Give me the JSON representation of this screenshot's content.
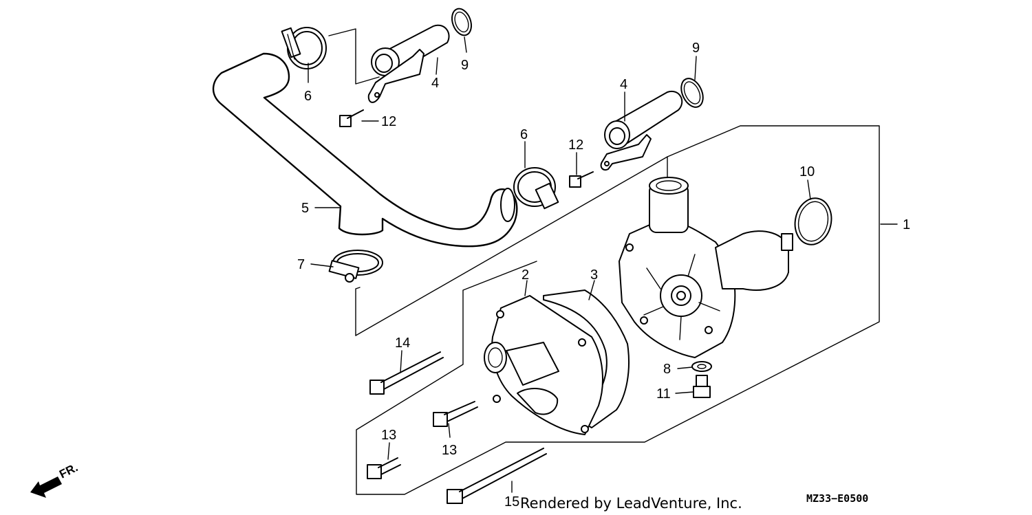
{
  "diagram": {
    "callouts": [
      {
        "id": "c1",
        "text": "1"
      },
      {
        "id": "c2",
        "text": "2"
      },
      {
        "id": "c3",
        "text": "3"
      },
      {
        "id": "c4a",
        "text": "4"
      },
      {
        "id": "c4b",
        "text": "4"
      },
      {
        "id": "c5",
        "text": "5"
      },
      {
        "id": "c6a",
        "text": "6"
      },
      {
        "id": "c6b",
        "text": "6"
      },
      {
        "id": "c7",
        "text": "7"
      },
      {
        "id": "c8",
        "text": "8"
      },
      {
        "id": "c9a",
        "text": "9"
      },
      {
        "id": "c9b",
        "text": "9"
      },
      {
        "id": "c10",
        "text": "10"
      },
      {
        "id": "c11",
        "text": "11"
      },
      {
        "id": "c12a",
        "text": "12"
      },
      {
        "id": "c12b",
        "text": "12"
      },
      {
        "id": "c13a",
        "text": "13"
      },
      {
        "id": "c13b",
        "text": "13"
      },
      {
        "id": "c14",
        "text": "14"
      },
      {
        "id": "c15",
        "text": "15"
      }
    ],
    "direction_label": "FR.",
    "watermark": "Rendered by LeadVenture, Inc.",
    "drawing_code": "MZ33−E0500"
  }
}
